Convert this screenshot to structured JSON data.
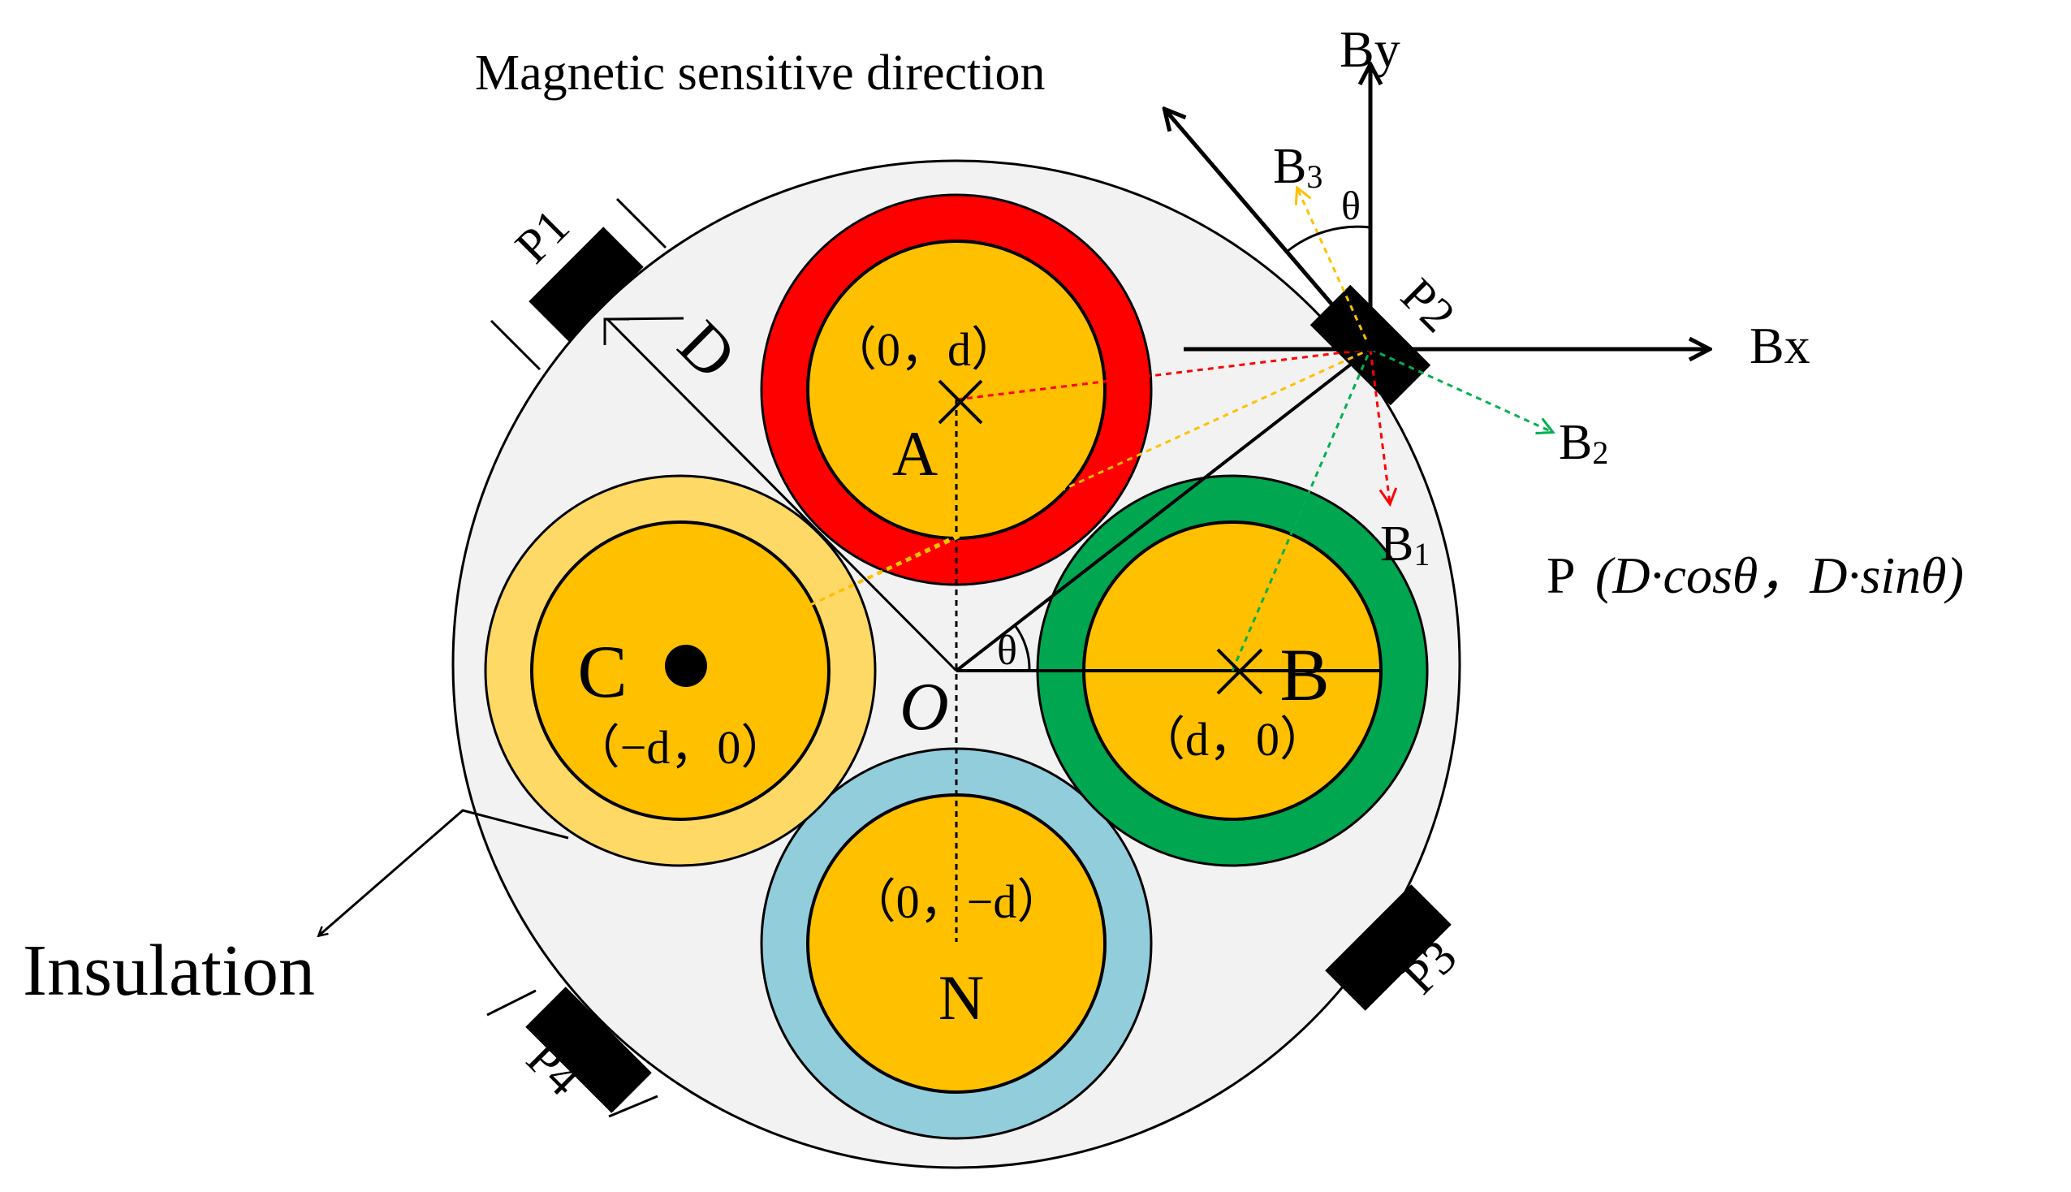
{
  "labels": {
    "magnetic_direction": "Magnetic sensitive direction",
    "by": "By",
    "bx": "Bx",
    "theta_top": "θ",
    "theta_center": "θ",
    "d_distance": "D",
    "origin": "O",
    "insulation": "Insulation",
    "point_prefix": "P",
    "point_coords": "(D·cosθ，D·sinθ)"
  },
  "sensors": [
    {
      "id": "p1",
      "label": "P1"
    },
    {
      "id": "p2",
      "label": "P2"
    },
    {
      "id": "p3",
      "label": "P3"
    },
    {
      "id": "p4",
      "label": "P4"
    }
  ],
  "conductors": [
    {
      "id": "a",
      "name": "A",
      "coords": "（0，d）",
      "symbol": "cross",
      "sheath_color": "#ff0000",
      "core_color": "#ffc000"
    },
    {
      "id": "b",
      "name": "B",
      "coords": "（d，0）",
      "symbol": "cross",
      "sheath_color": "#00a650",
      "core_color": "#ffc000"
    },
    {
      "id": "c",
      "name": "C",
      "coords": "（−d，0）",
      "symbol": "dot",
      "sheath_color": "#ffd966",
      "core_color": "#ffc000"
    },
    {
      "id": "n",
      "name": "N",
      "coords": "（0，−d）",
      "symbol": "none",
      "sheath_color": "#92cddc",
      "core_color": "#ffc000"
    }
  ],
  "field_vectors": [
    {
      "id": "b1",
      "base": "B",
      "sub": "1",
      "color": "#ff0000"
    },
    {
      "id": "b2",
      "base": "B",
      "sub": "2",
      "color": "#00b050"
    },
    {
      "id": "b3",
      "base": "B",
      "sub": "3",
      "color": "#ffc000"
    }
  ],
  "colors": {
    "insulation_fill": "#f2f2f2",
    "stroke": "#000000"
  }
}
